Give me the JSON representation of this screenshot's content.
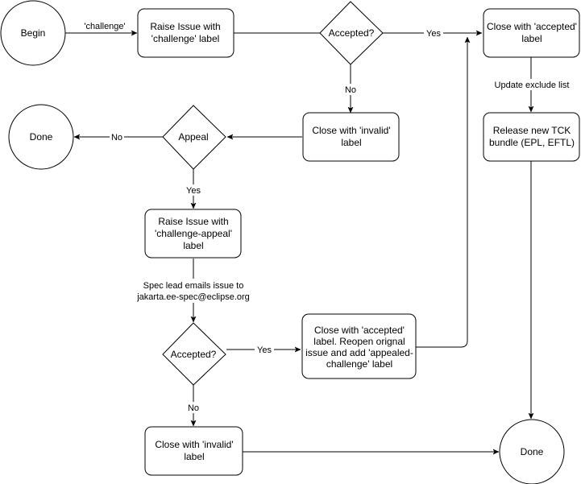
{
  "nodes": {
    "begin": {
      "lines": [
        "Begin"
      ]
    },
    "raise_challenge": {
      "lines": [
        "Raise Issue with",
        "'challenge' label"
      ]
    },
    "accepted_1": {
      "lines": [
        "Accepted?"
      ]
    },
    "close_accepted_1": {
      "lines": [
        "Close with 'accepted'",
        "label"
      ]
    },
    "close_invalid_1": {
      "lines": [
        "Close with 'invalid'",
        "label"
      ]
    },
    "appeal": {
      "lines": [
        "Appeal"
      ]
    },
    "done_1": {
      "lines": [
        "Done"
      ]
    },
    "release_tck": {
      "lines": [
        "Release new TCK",
        "bundle (EPL, EFTL)"
      ]
    },
    "raise_appeal": {
      "lines": [
        "Raise Issue with",
        "'challenge-appeal'",
        "label"
      ]
    },
    "accepted_2": {
      "lines": [
        "Accepted?"
      ]
    },
    "close_accepted_reopen": {
      "lines": [
        "Close with 'accepted'",
        "label. Reopen orignal",
        "issue and add 'appealed-",
        "challenge' label"
      ]
    },
    "close_invalid_2": {
      "lines": [
        "Close with 'invalid'",
        "label"
      ]
    },
    "done_2": {
      "lines": [
        "Done"
      ]
    }
  },
  "edges": {
    "begin_to_raise": {
      "lines": [
        "'challenge'"
      ]
    },
    "accepted1_yes": {
      "lines": [
        "Yes"
      ]
    },
    "accepted1_no": {
      "lines": [
        "No"
      ]
    },
    "update_exclude": {
      "lines": [
        "Update exclude list"
      ]
    },
    "appeal_no": {
      "lines": [
        "No"
      ]
    },
    "appeal_yes": {
      "lines": [
        "Yes"
      ]
    },
    "spec_lead_email": {
      "lines": [
        "Spec lead emails issue to",
        "jakarta.ee-spec@eclipse.org"
      ]
    },
    "accepted2_yes": {
      "lines": [
        "Yes"
      ]
    },
    "accepted2_no": {
      "lines": [
        "No"
      ]
    }
  }
}
